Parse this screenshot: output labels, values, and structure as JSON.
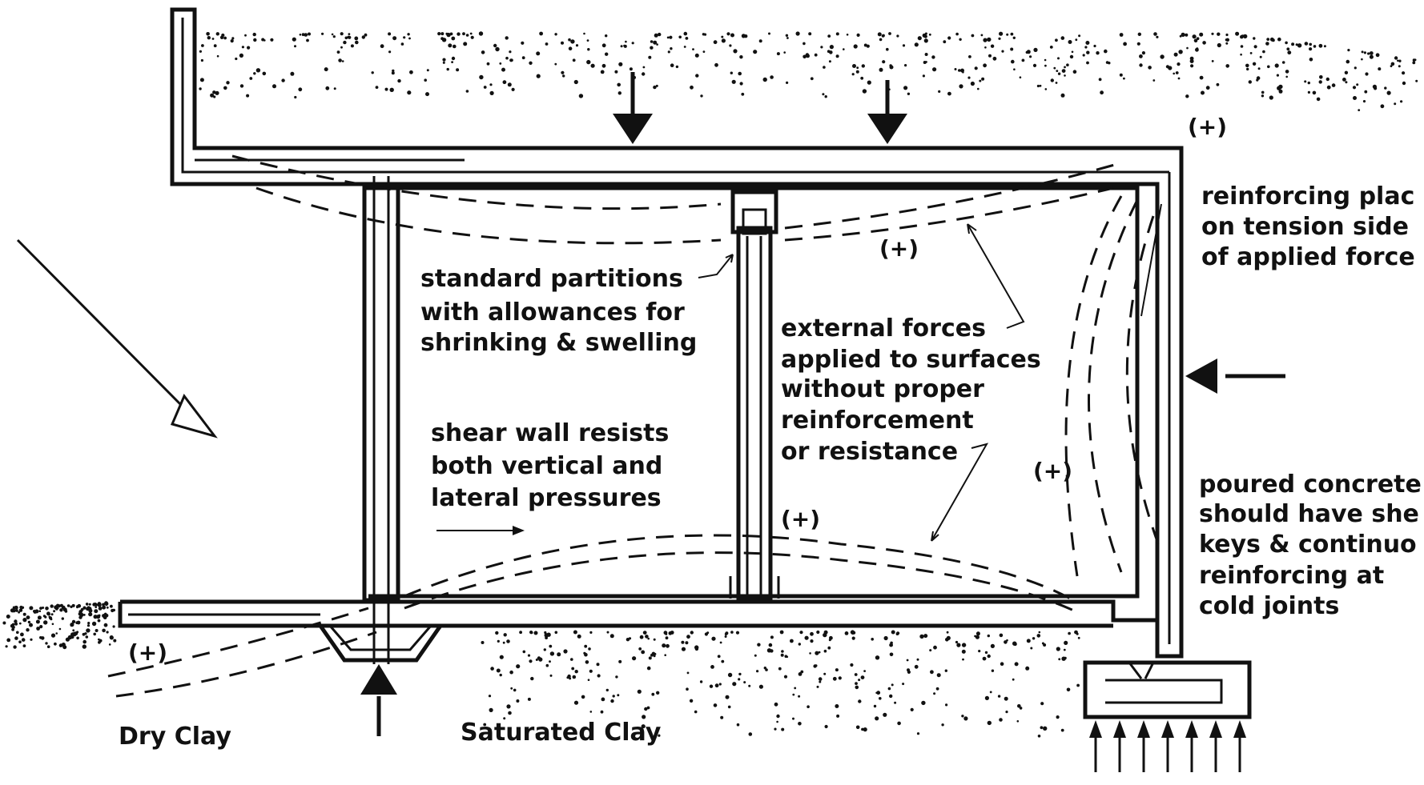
{
  "labels": {
    "standard_partitions": [
      "standard partitions",
      "with allowances for",
      "shrinking & swelling"
    ],
    "shear_wall": [
      "shear wall resists",
      "both vertical and",
      "lateral pressures"
    ],
    "external_forces": [
      "external forces",
      "applied to surfaces",
      "without proper",
      "reinforcement",
      "or resistance"
    ],
    "reinforcing": [
      "reinforcing plac",
      "on tension side",
      "of applied force"
    ],
    "poured_concrete": [
      "poured concrete",
      "should have she",
      "keys & continuo",
      "reinforcing at",
      "cold joints"
    ],
    "dry_clay": "Dry Clay",
    "saturated_clay": "Saturated Clay",
    "plus_marker": "(+)"
  }
}
